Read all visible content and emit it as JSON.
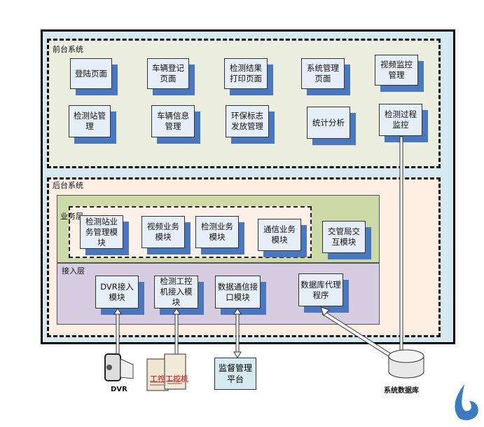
{
  "front": {
    "title": "前台系统",
    "modules": [
      "登陆页面",
      "车辆登记页面",
      "检测结果打印页面",
      "系统管理页面",
      "视频监控管理",
      "检测站管理",
      "车辆信息管理",
      "环保标志发放管理",
      "统计分析",
      "检测过程监控"
    ]
  },
  "back": {
    "title": "后台系统",
    "business": {
      "title": "业务层",
      "modules": [
        "检测站业务管理模块",
        "视频业务模块",
        "检测业务模块",
        "通信业务模块",
        "交管局交互模块"
      ]
    },
    "access": {
      "title": "接入层",
      "modules": [
        "DVR接入模块",
        "检测工控机接入模块",
        "数据通信接口模块",
        "数据库代理程序"
      ]
    }
  },
  "external": {
    "dvr": "DVR",
    "ipc": "工控工控机",
    "platform": "监督管理平台",
    "database": "系统数据库"
  },
  "colors": {
    "shadow": "#4a78c0",
    "outer": "#d4eaf0",
    "front": "#ecefe0",
    "back": "#fdeee4",
    "business": "#ccdaa8",
    "access": "#d6cde0"
  }
}
